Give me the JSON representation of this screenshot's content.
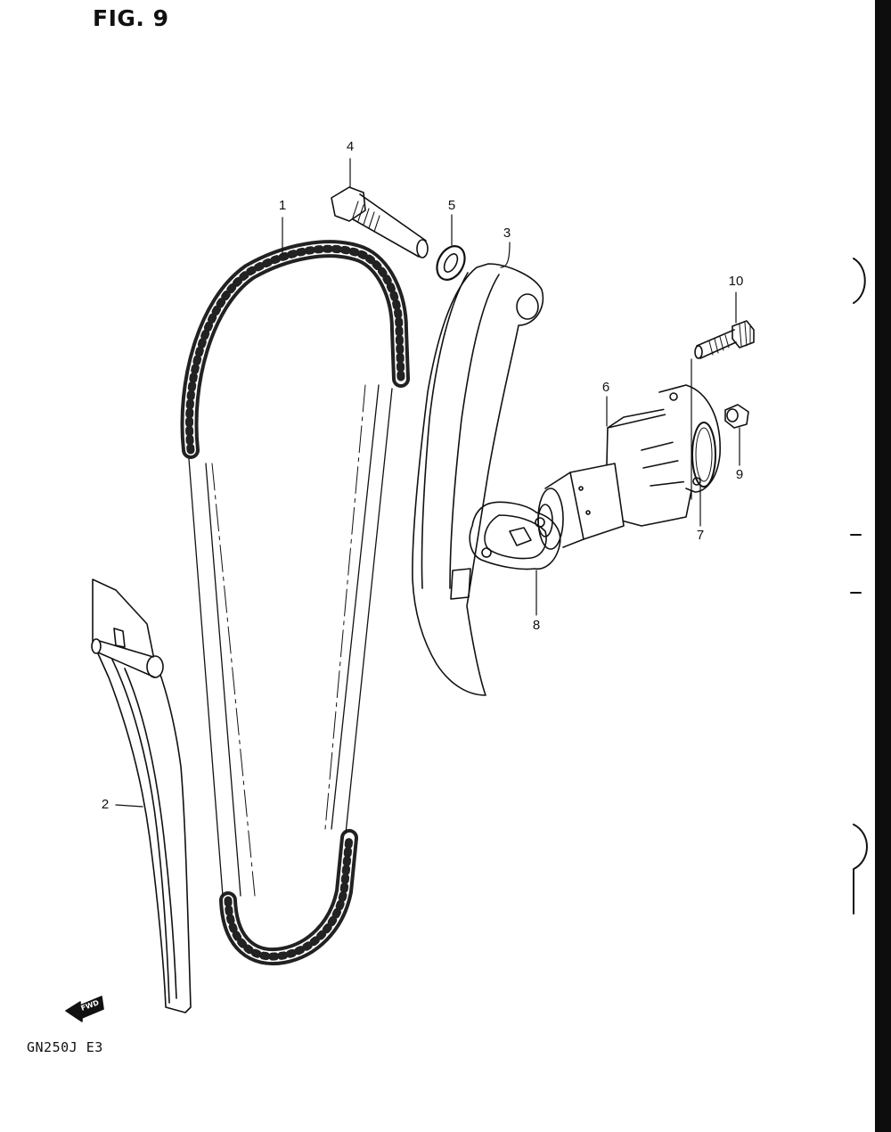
{
  "figure": {
    "title": "FIG. 9",
    "model_code": "GN250J  E3",
    "direction_label": "FWD"
  },
  "callouts": [
    "1",
    "2",
    "3",
    "4",
    "5",
    "6",
    "7",
    "8",
    "9",
    "10"
  ],
  "colors": {
    "ink": "#111111",
    "paper": "#ffffff",
    "edge_bar": "#0d0d0d"
  }
}
